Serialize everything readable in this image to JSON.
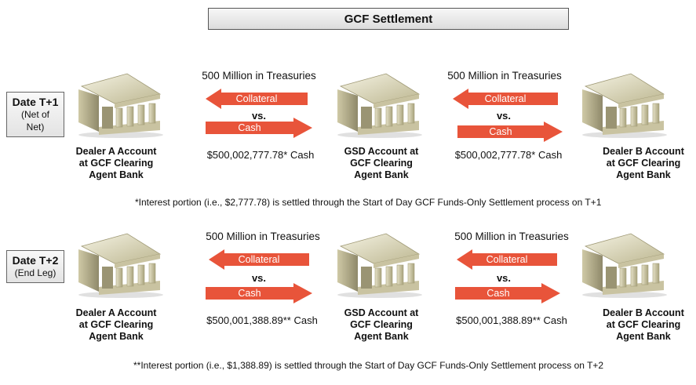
{
  "title": "GCF Settlement",
  "colors": {
    "arrow": "#e8543a",
    "building": "#d9d4b5"
  },
  "rows": [
    {
      "date": "Date T+1",
      "date_sub_1": "(Net of",
      "date_sub_2": "Net)",
      "left_bank": [
        "Dealer A Account",
        "at GCF Clearing",
        "Agent Bank"
      ],
      "middle_bank": [
        "GSD Account at",
        "GCF Clearing",
        "Agent Bank"
      ],
      "right_bank": [
        "Dealer B Account",
        "at GCF Clearing",
        "Agent Bank"
      ],
      "treasuries": "500 Million in Treasuries",
      "collateral": "Collateral",
      "vs": "vs.",
      "cash": "Cash",
      "amount": "$500,002,777.78* Cash",
      "footnote": "*Interest portion (i.e., $2,777.78) is settled through the Start of Day GCF Funds-Only Settlement process on T+1"
    },
    {
      "date": "Date T+2",
      "date_sub_1": "(End Leg)",
      "date_sub_2": "",
      "left_bank": [
        "Dealer A Account",
        "at GCF Clearing",
        "Agent Bank"
      ],
      "middle_bank": [
        "GSD Account at",
        "GCF Clearing",
        "Agent Bank"
      ],
      "right_bank": [
        "Dealer B Account",
        "at GCF Clearing",
        "Agent Bank"
      ],
      "treasuries": "500 Million in Treasuries",
      "collateral": "Collateral",
      "vs": "vs.",
      "cash": "Cash",
      "amount": "$500,001,388.89** Cash",
      "footnote": "**Interest portion (i.e., $1,388.89) is settled through the Start of Day GCF Funds-Only Settlement process on T+2"
    }
  ]
}
